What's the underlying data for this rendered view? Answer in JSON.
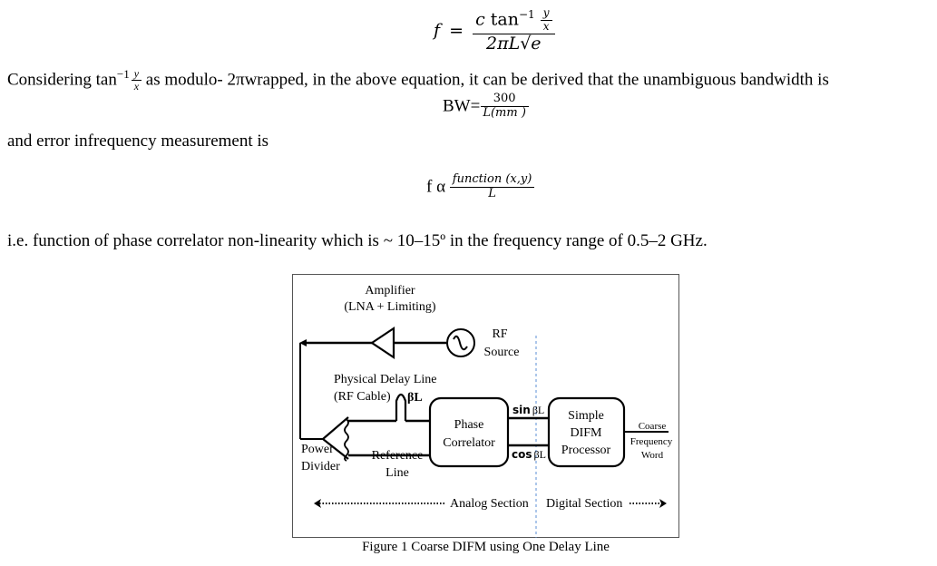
{
  "equations": {
    "freq": {
      "lhs": "f",
      "equals": "=",
      "num_c": "c",
      "num_tan": "tan",
      "num_exp": "−1",
      "num_y": "y",
      "num_x": "x",
      "den": "2πL√e"
    },
    "bandwidth": {
      "lhs": "BW=",
      "num": "300",
      "den": "L(mm )"
    },
    "error": {
      "lhs": "f α",
      "num": "function  (x,y)",
      "den": "L"
    }
  },
  "paragraphs": {
    "p1_before": "Considering tan",
    "p1_exp": "−1",
    "p1_y": "y",
    "p1_x": "x",
    "p1_after": " as modulo- 2πwrapped, in the above equation, it can be derived that the unambiguous bandwidth is",
    "p2": "and error infrequency measurement is",
    "p3": "i.e. function of phase correlator non-linearity which is ~ 10–15º in the frequency range of 0.5–2 GHz."
  },
  "figure": {
    "caption": "Figure 1 Coarse DIFM using One Delay Line",
    "labels": {
      "amplifier_1": "Amplifier",
      "amplifier_2": "(LNA + Limiting)",
      "rf_1": "RF",
      "rf_2": "Source",
      "delay_1": "Physical Delay Line",
      "delay_2": "(RF Cable)",
      "beta_l": "βL",
      "phase_1": "Phase",
      "phase_2": "Correlator",
      "sin": "sin",
      "sin_bl": "βL",
      "cos": "cos",
      "cos_bl": "βL",
      "proc_1": "Simple",
      "proc_2": "DIFM",
      "proc_3": "Processor",
      "cfw_1": "Coarse",
      "cfw_2": "Frequency",
      "cfw_3": "Word",
      "power_1": "Power",
      "power_2": "Divider",
      "ref_1": "Reference",
      "ref_2": "Line",
      "analog": "Analog Section",
      "digital": "Digital Section"
    },
    "colors": {
      "divider_line": "#5b8fd4",
      "border": "#555555"
    }
  }
}
